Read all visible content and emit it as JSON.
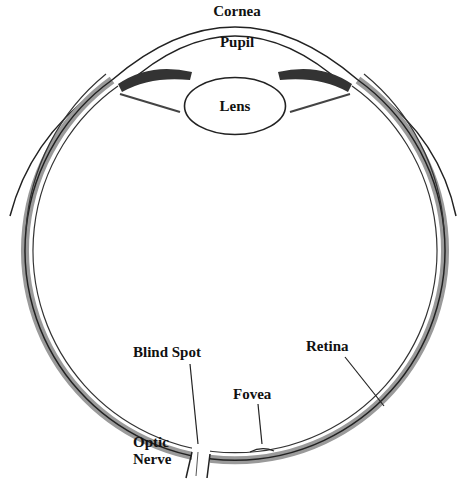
{
  "diagram": {
    "nodes": [
      {
        "text": [
          "Lens"
        ]
      }
    ],
    "labels": [
      "Cornea",
      "Pupil",
      "Blind Spot",
      "Retina",
      "Fovea",
      "Optic Nerve"
    ]
  }
}
